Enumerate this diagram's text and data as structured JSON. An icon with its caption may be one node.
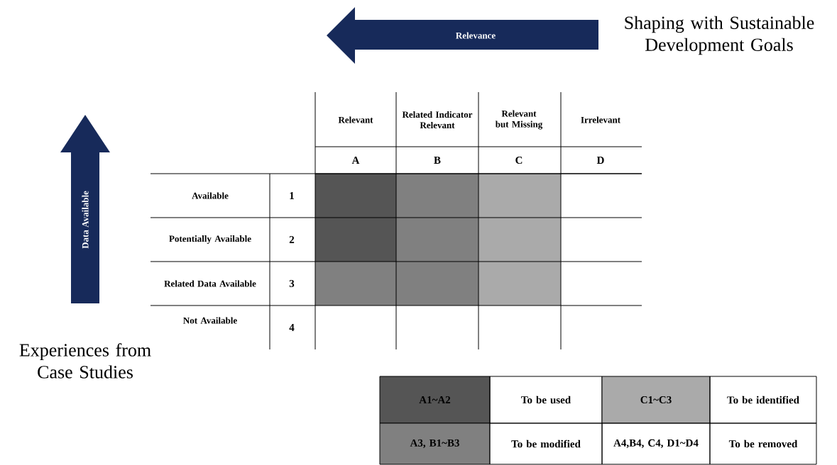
{
  "diagram": {
    "nodes": [
      {
        "text": [
          "Relevance"
        ]
      },
      {
        "text": [
          "Data Available"
        ]
      }
    ],
    "labels": [
      "Shaping with Sustainable Development Goals",
      "Relevant",
      "Related Indicator Relevant",
      "Relevant but Missing",
      "Irrelevant",
      "A",
      "B",
      "C",
      "D",
      "Available",
      "1",
      "Potentially Available",
      "2",
      "Related Data Available",
      "3",
      "Not Available",
      "4",
      "Experiences from Case Studies",
      "A1~A2",
      "To be used",
      "C1~C3",
      "To be identified",
      "A3, B1~B3",
      "To be modified",
      "A4,B4, C4, D1~D4",
      "To be removed"
    ]
  }
}
